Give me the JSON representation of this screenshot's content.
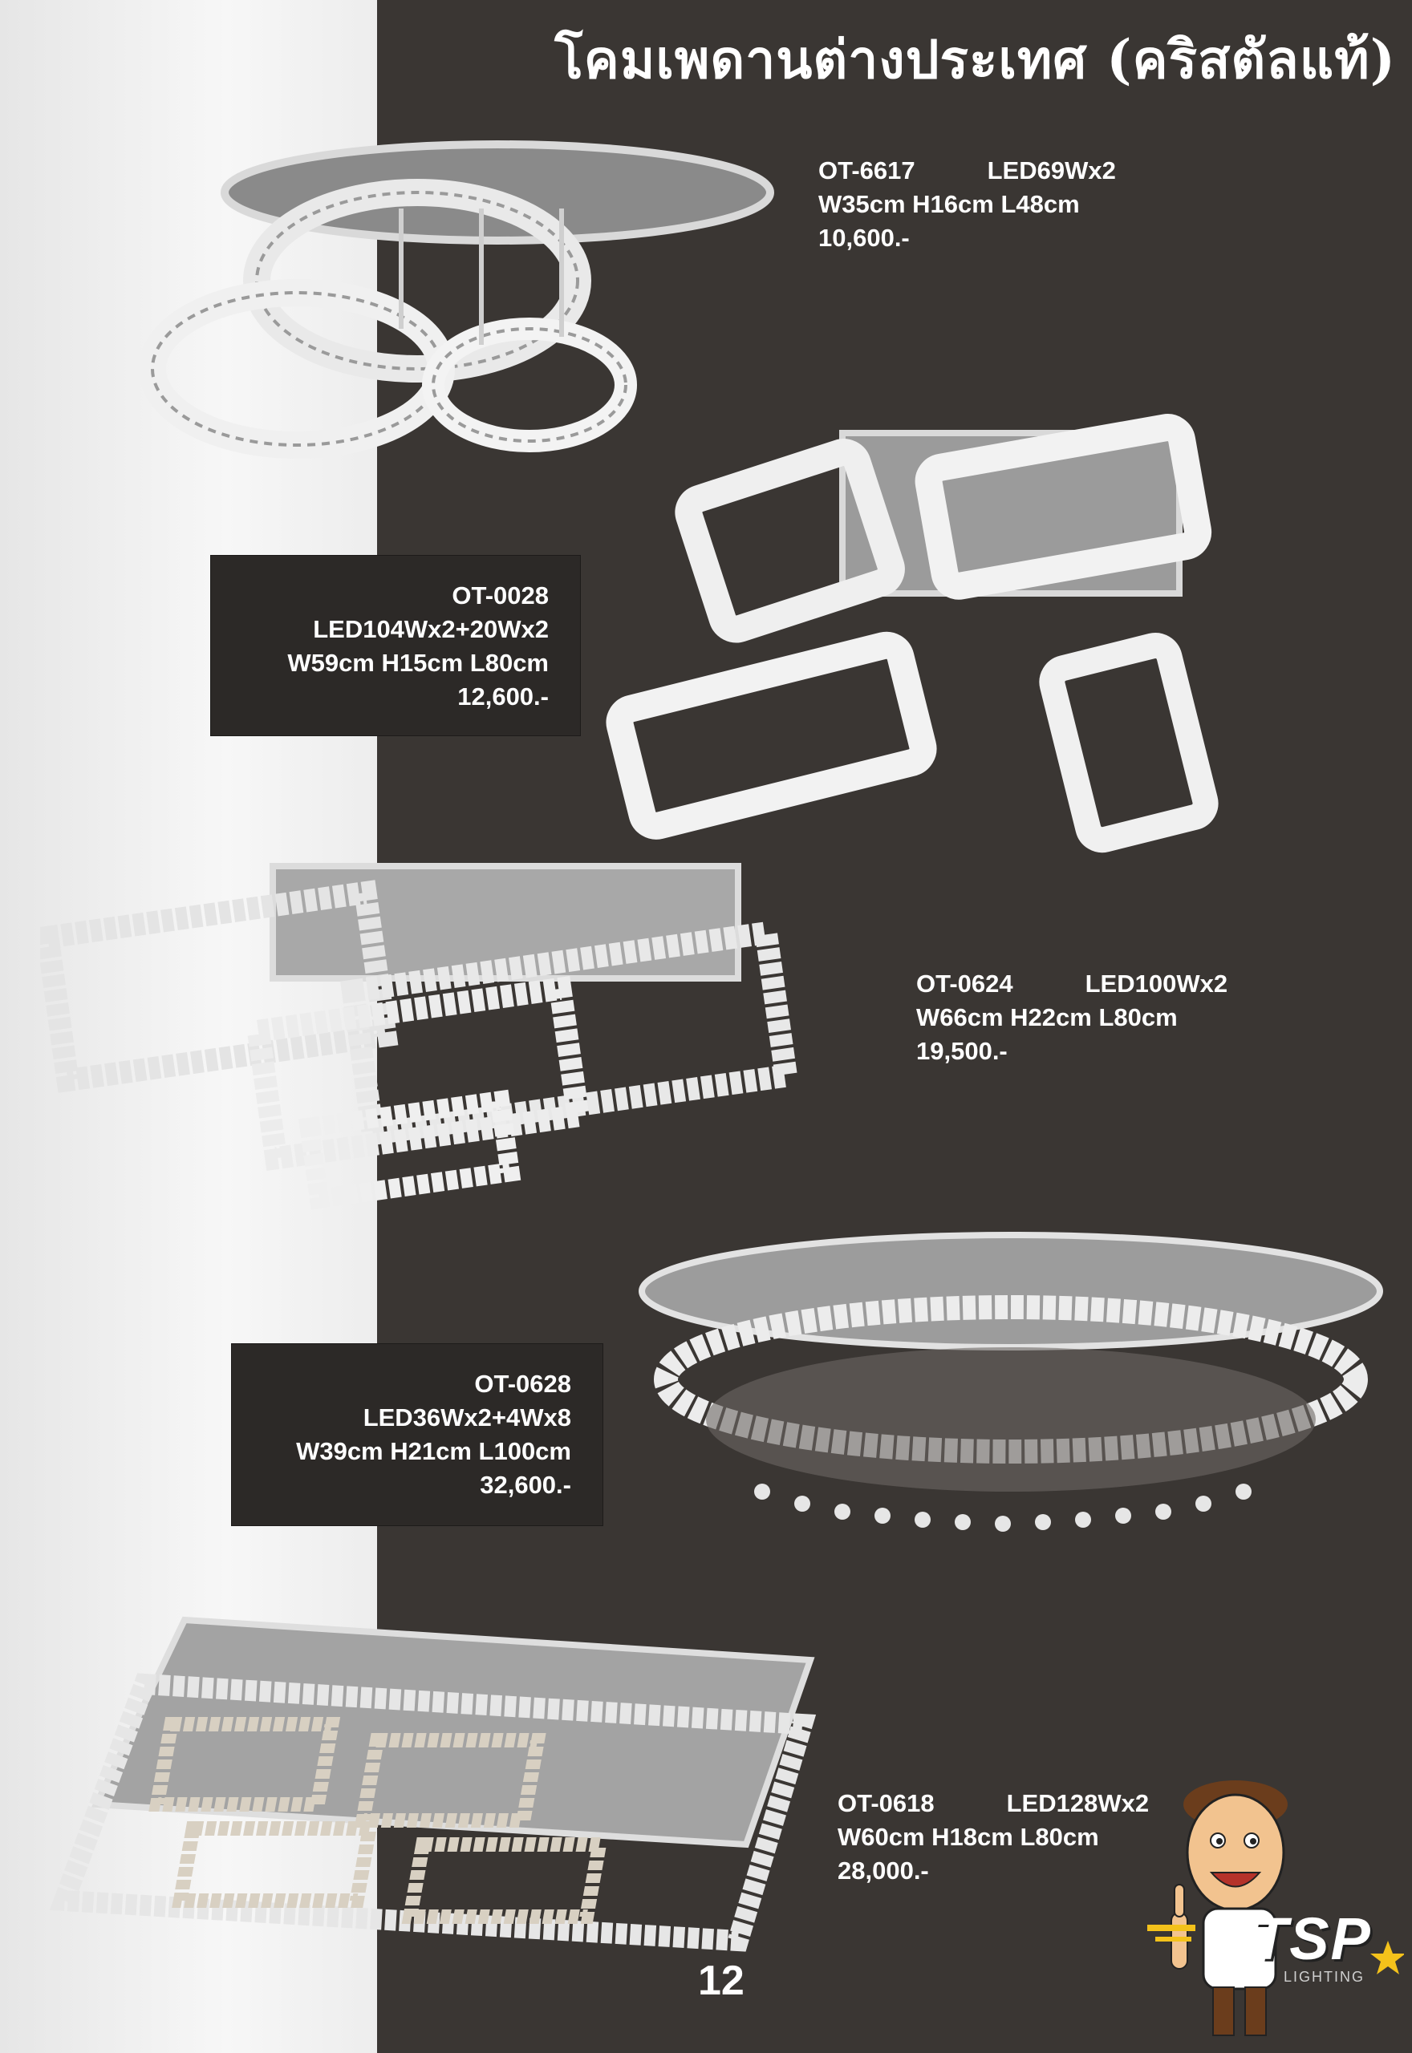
{
  "header": {
    "title": "โคมเพดานต่างประเทศ (คริสตัลแท้)"
  },
  "products": [
    {
      "code": "OT-6617",
      "power": "LED69Wx2",
      "dims": "W35cm H16cm L48cm",
      "price": "10,600.-"
    },
    {
      "code": "OT-0028",
      "power": "LED104Wx2+20Wx2",
      "dims": "W59cm H15cm L80cm",
      "price": "12,600.-"
    },
    {
      "code": "OT-0624",
      "power": "LED100Wx2",
      "dims": "W66cm H22cm L80cm",
      "price": "19,500.-"
    },
    {
      "code": "OT-0628",
      "power": "LED36Wx2+4Wx8",
      "dims": "W39cm H21cm L100cm",
      "price": "32,600.-"
    },
    {
      "code": "OT-0618",
      "power": "LED128Wx2",
      "dims": "W60cm H18cm L80cm",
      "price": "28,000.-"
    }
  ],
  "footer": {
    "page_number": "12",
    "brand": "TSP",
    "brand_sub": "LIGHTING"
  },
  "colors": {
    "dark_bg": "#3a3633",
    "light_bg": "#f2f2f2",
    "text": "#ffffff"
  }
}
